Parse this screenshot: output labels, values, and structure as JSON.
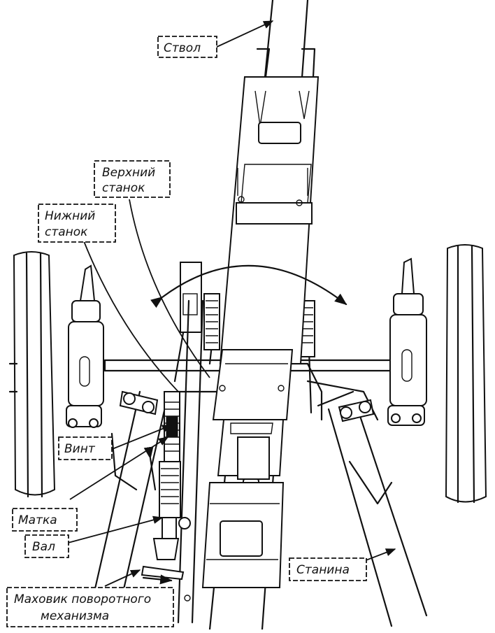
{
  "labels": {
    "stvol": "Ствол",
    "verkhniy_1": "Верхний",
    "verkhniy_2": "станок",
    "nizhniy_1": "Нижний",
    "nizhniy_2": "станок",
    "vint": "Винт",
    "matka": "Матка",
    "val": "Вал",
    "stanina": "Станина",
    "makhovik_1": "Маховик поворотного",
    "makhovik_2": "механизма"
  },
  "colors": {
    "ink": "#111111",
    "paper": "#ffffff"
  }
}
